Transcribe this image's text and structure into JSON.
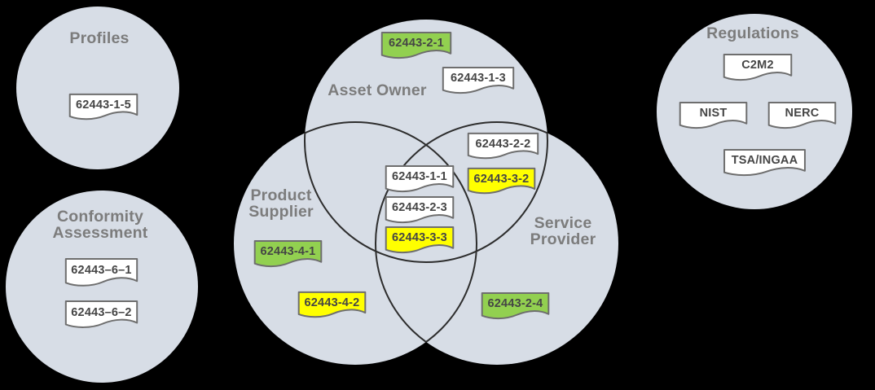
{
  "colors": {
    "background": "#000000",
    "circle_fill": "#d7dde6",
    "venn_outline": "#2d2d2d",
    "doc_border": "#6e6e6e",
    "doc_white": "#ffffff",
    "doc_green": "#92d050",
    "doc_yellow": "#ffff00",
    "circle_title_text": "#7c7c7c",
    "doc_text": "#454545"
  },
  "profiles": {
    "title": "Profiles",
    "docs": [
      {
        "label": "62443-1-5",
        "color": "white"
      }
    ]
  },
  "conformity_assessment": {
    "title_line1": "Conformity",
    "title_line2": "Assessment",
    "docs": [
      {
        "label": "62443–6–1",
        "color": "white"
      },
      {
        "label": "62443–6–2",
        "color": "white"
      }
    ]
  },
  "regulations": {
    "title": "Regulations",
    "docs": [
      {
        "label": "C2M2",
        "color": "white"
      },
      {
        "label": "NIST",
        "color": "white"
      },
      {
        "label": "NERC",
        "color": "white"
      },
      {
        "label": "TSA/INGAA",
        "color": "white"
      }
    ]
  },
  "venn": {
    "asset_owner": {
      "label": "Asset Owner",
      "docs": [
        {
          "label": "62443-2-1",
          "color": "green"
        },
        {
          "label": "62443-1-3",
          "color": "white"
        }
      ]
    },
    "product_supplier": {
      "label_line1": "Product",
      "label_line2": "Supplier",
      "docs": [
        {
          "label": "62443-4-1",
          "color": "green"
        },
        {
          "label": "62443-4-2",
          "color": "yellow"
        }
      ]
    },
    "service_provider": {
      "label_line1": "Service",
      "label_line2": "Provider",
      "docs": [
        {
          "label": "62443-2-4",
          "color": "green"
        }
      ]
    },
    "asset_owner_service_provider_overlap": {
      "docs": [
        {
          "label": "62443-2-2",
          "color": "white"
        },
        {
          "label": "62443-3-2",
          "color": "yellow"
        }
      ]
    },
    "center_overlap": {
      "docs": [
        {
          "label": "62443-1-1",
          "color": "white"
        },
        {
          "label": "62443-2-3",
          "color": "white"
        },
        {
          "label": "62443-3-3",
          "color": "yellow"
        }
      ]
    }
  }
}
